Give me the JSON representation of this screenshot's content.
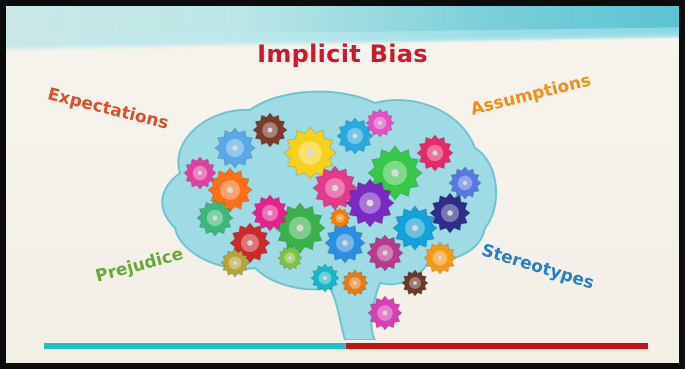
{
  "slide": {
    "title": "Implicit Bias",
    "labels": {
      "expectations": "Expectations",
      "assumptions": "Assumptions",
      "prejudice": "Prejudice",
      "stereotypes": "Stereotypes"
    },
    "colors": {
      "title": "#cc1a2a",
      "expectations": "#d8502a",
      "assumptions": "#f0901a",
      "prejudice": "#6aa83a",
      "stereotypes": "#2a7fc4",
      "bar_left": "#22bfc4",
      "bar_right": "#c4121c"
    },
    "illustration": "gear-brain-icon"
  }
}
